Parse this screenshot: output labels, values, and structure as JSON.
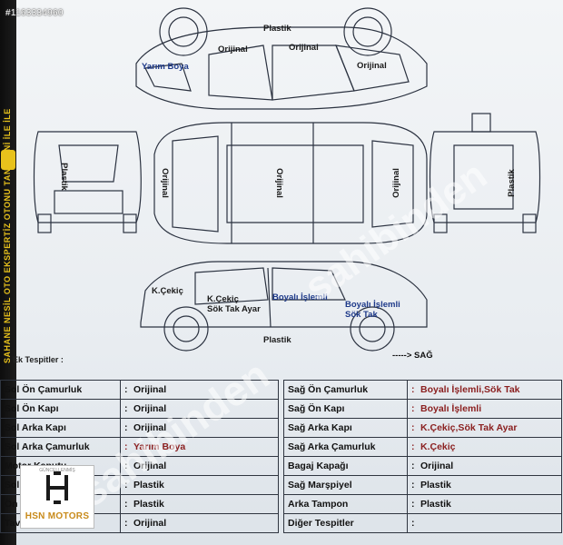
{
  "watermark_id": "#1163334960",
  "side_strip_text": "SAHANE NESİL OTO EKSPERTİZ   OTONU TANI YENİ İLE İLE",
  "diagram_labels": {
    "top_plastik": "Plastik",
    "top_orijinal_left": "Orijinal",
    "top_orijinal_mid": "Orijinal",
    "top_orijinal_right": "Orijinal",
    "top_yarim_boya": "Yarım Boya",
    "front_plastik": "Plastik",
    "plan_orijinal_left": "Orijinal",
    "plan_orijinal_center": "Orijinal",
    "plan_orijinal_right": "Orijinal",
    "rear_plastik": "Plastik",
    "bottom_kcekic_left": "K.Çekiç",
    "bottom_kcekic_sok": "K.Çekiç\nSök Tak Ayar",
    "bottom_boyali": "Boyalı İşlemli",
    "bottom_boyali_sok": "Boyalı İşlemli\nSök Tak",
    "bottom_plastik": "Plastik"
  },
  "ek_tespitler": "Ek Tespitler :",
  "sag_arrow": "-----> SAĞ",
  "left_table": [
    {
      "label": "Sol Ön Çamurluk",
      "value": "Orijinal",
      "red": false
    },
    {
      "label": "Sol Ön Kapı",
      "value": "Orijinal",
      "red": false
    },
    {
      "label": "Sol Arka Kapı",
      "value": "Orijinal",
      "red": false
    },
    {
      "label": "Sol Arka Çamurluk",
      "value": "Yarım Boya",
      "red": true
    },
    {
      "label": "Motor Kaputu",
      "value": "Orijinal",
      "red": false
    },
    {
      "label": "Sol Marşpiyel",
      "value": "Plastik",
      "red": false
    },
    {
      "label": "Ön Tampon",
      "value": "Plastik",
      "red": false
    },
    {
      "label": "Tavan",
      "value": "Orijinal",
      "red": false
    }
  ],
  "right_table": [
    {
      "label": "Sağ Ön Çamurluk",
      "value": "Boyalı İşlemli,Sök Tak",
      "red": true
    },
    {
      "label": "Sağ Ön Kapı",
      "value": "Boyalı İşlemli",
      "red": true
    },
    {
      "label": "Sağ Arka Kapı",
      "value": "K.Çekiç,Sök Tak Ayar",
      "red": true
    },
    {
      "label": "Sağ Arka Çamurluk",
      "value": "K.Çekiç",
      "red": true
    },
    {
      "label": "Bagaj Kapağı",
      "value": "Orijinal",
      "red": false
    },
    {
      "label": "Sağ Marşpiyel",
      "value": "Plastik",
      "red": false
    },
    {
      "label": "Arka Tampon",
      "value": "Plastik",
      "red": false
    },
    {
      "label": "Diğer Tespitler",
      "value": "",
      "red": false
    }
  ],
  "logo": {
    "top_text": "GÜNCELLENMİŞ",
    "name": "HSN MOTORS",
    "accent": "#c88a1a"
  },
  "watermark_text": "sahibinden",
  "colors": {
    "value_red": "#8b2020",
    "label_blue": "#1e3a8a",
    "strip_yellow": "#e8c21c"
  }
}
